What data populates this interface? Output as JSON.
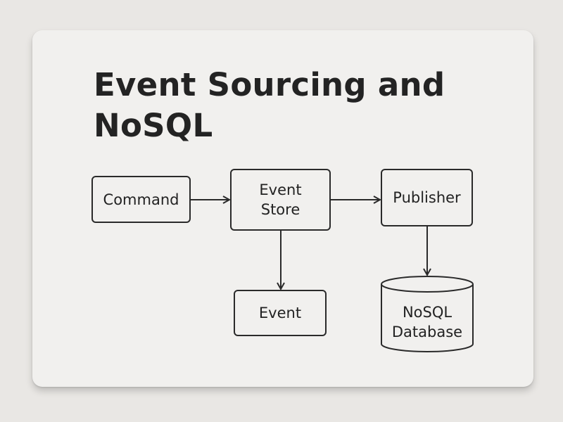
{
  "title_line1": "Event Sourcing and",
  "title_line2": "NoSQL",
  "nodes": {
    "command": "Command",
    "event_store_1": "Event",
    "event_store_2": "Store",
    "publisher": "Publisher",
    "event": "Event",
    "nosql_1": "NoSQL",
    "nosql_2": "Database"
  },
  "colors": {
    "stroke": "#2a2a2a",
    "card": "#f1f0ee",
    "background": "#e9e7e4"
  }
}
